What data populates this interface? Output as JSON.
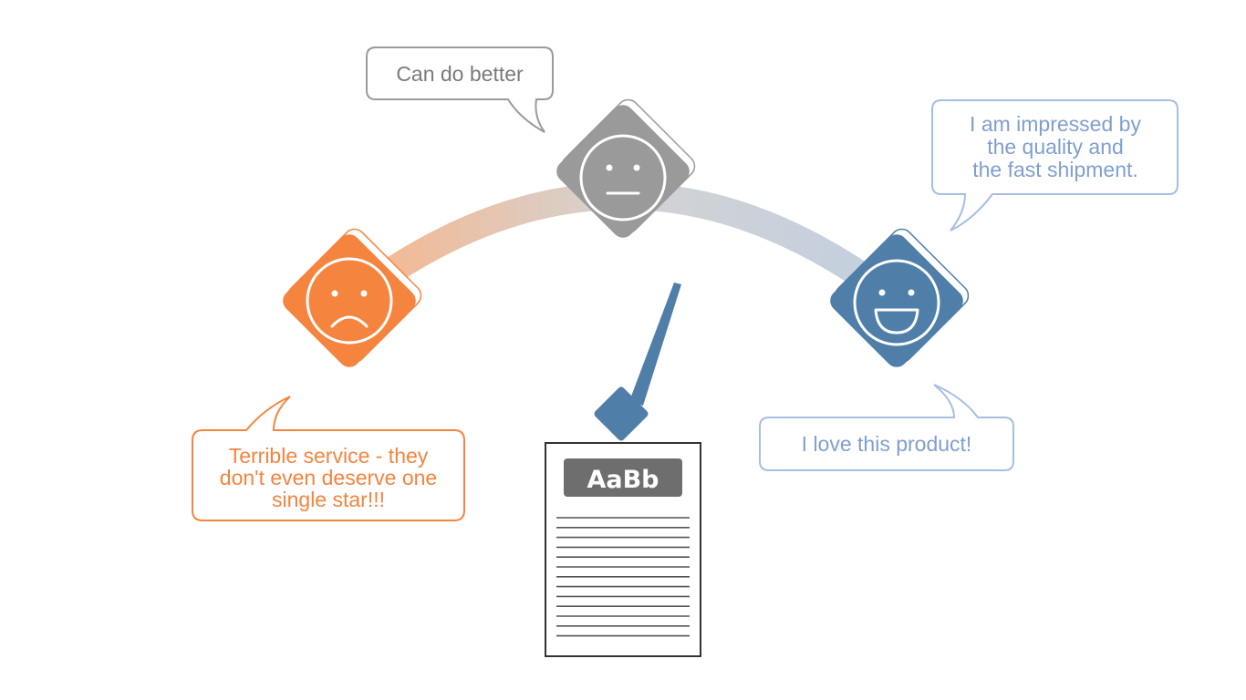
{
  "colors": {
    "negative": "#f5843f",
    "neutral": "#9a9a9a",
    "positive": "#4f7ea8",
    "positive_text": "#7f9fd0",
    "document_header": "#6e6e6e",
    "document_line": "#555555"
  },
  "faces": {
    "negative": {
      "icon": "sad-face-icon"
    },
    "neutral": {
      "icon": "neutral-face-icon"
    },
    "positive": {
      "icon": "happy-face-icon"
    }
  },
  "bubbles": {
    "neutral": {
      "lines": [
        "Can do better"
      ]
    },
    "positive_top": {
      "lines": [
        "I am impressed by",
        "the quality and",
        "the fast shipment."
      ]
    },
    "negative": {
      "lines": [
        "Terrible service - they",
        "don't even deserve one",
        "single star!!!"
      ]
    },
    "positive_bottom": {
      "lines": [
        "I love this product!"
      ]
    }
  },
  "document": {
    "heading": "AaBb",
    "icon": "document-icon"
  },
  "needle": {
    "icon": "gauge-needle-icon"
  }
}
